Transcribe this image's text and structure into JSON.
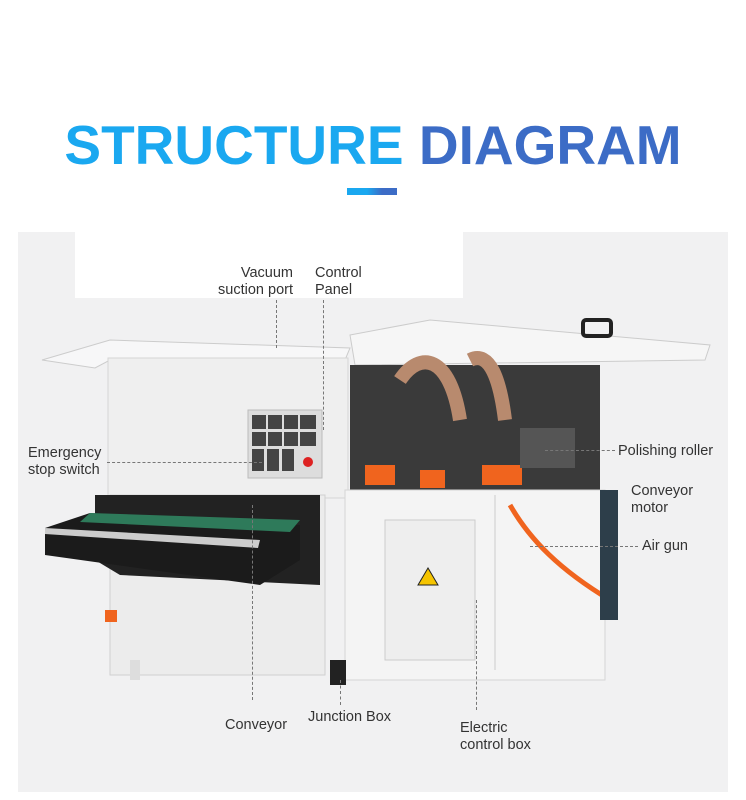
{
  "header": {
    "title_part1": "STRUCTURE",
    "title_part2": "DIAGRAM"
  },
  "colors": {
    "title_light_blue": "#1aa8f0",
    "title_dark_blue": "#3c6cc6",
    "accent_orange": "#f0641e",
    "belt_green": "#2e7a5a"
  },
  "labels": {
    "vacuum_line1": "Vacuum",
    "vacuum_line2": "suction port",
    "control_line1": "Control",
    "control_line2": "Panel",
    "emergency_line1": "Emergency",
    "emergency_line2": "stop switch",
    "polishing_roller": "Polishing roller",
    "conveyor_motor_line1": "Conveyor",
    "conveyor_motor_line2": "motor",
    "air_gun": "Air gun",
    "conveyor": "Conveyor",
    "junction_box": "Junction Box",
    "electric_line1": "Electric",
    "electric_line2": "control box"
  }
}
